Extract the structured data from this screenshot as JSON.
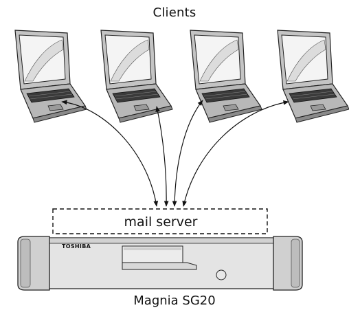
{
  "diagram": {
    "title": "Clients",
    "service_label": "mail server",
    "server_label": "Magnia SG20",
    "server_brand": "TOSHIBA"
  },
  "clients": [
    {
      "name": "laptop-client-1"
    },
    {
      "name": "laptop-client-2"
    },
    {
      "name": "laptop-client-3"
    },
    {
      "name": "laptop-client-4"
    }
  ],
  "connections": [
    {
      "from": "laptop-client-1",
      "to": "mail server",
      "bidirectional": true
    },
    {
      "from": "laptop-client-2",
      "to": "mail server",
      "bidirectional": true
    },
    {
      "from": "laptop-client-3",
      "to": "mail server",
      "bidirectional": true
    },
    {
      "from": "laptop-client-4",
      "to": "mail server",
      "bidirectional": true
    }
  ],
  "colors": {
    "line": "#111111",
    "laptop_body": "#bfbfbf",
    "laptop_screen": "#f0f0f0",
    "server_body": "#e2e2e2",
    "server_trim": "#c8c8c8"
  }
}
